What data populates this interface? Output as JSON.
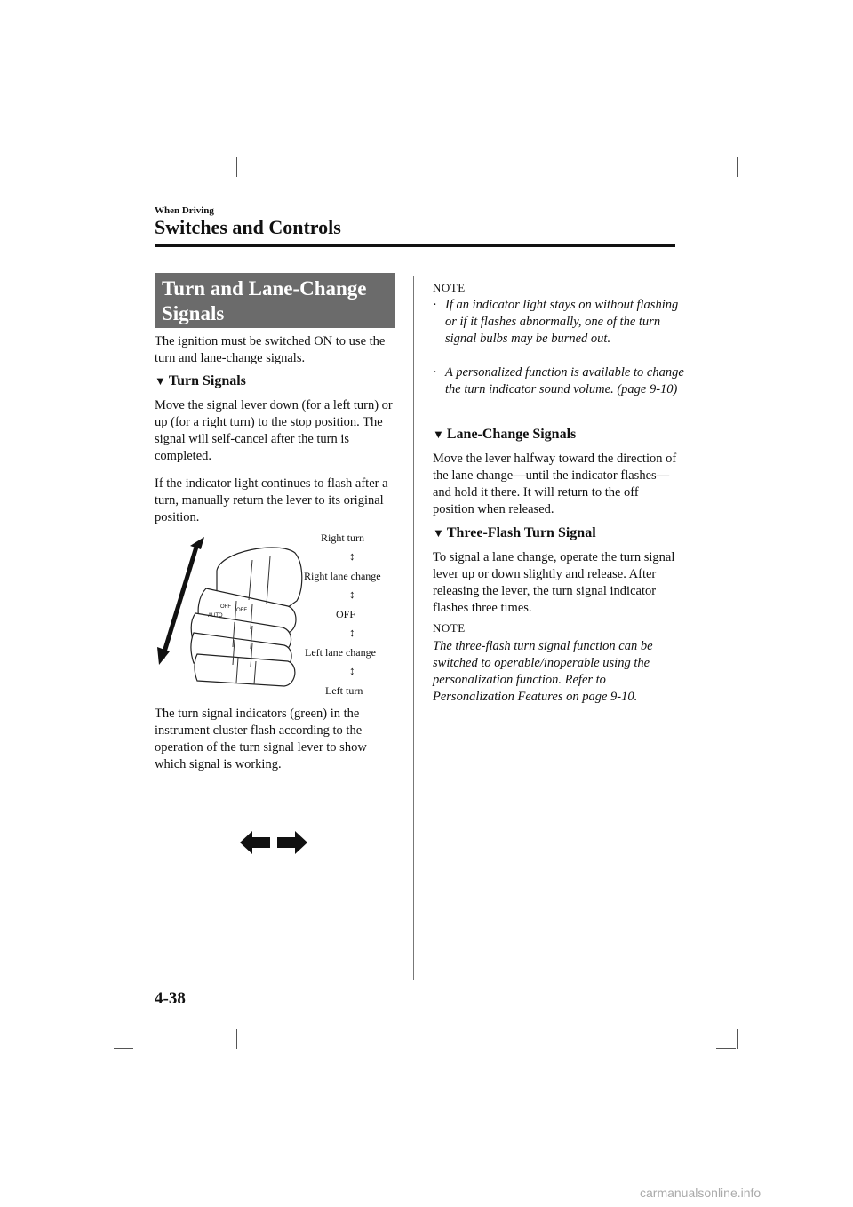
{
  "header": {
    "section_label": "When Driving",
    "title": "Switches and Controls"
  },
  "left": {
    "box_title_line1": "Turn and Lane-Change",
    "box_title_line2": "Signals",
    "intro": "The ignition must be switched ON to use the turn and lane-change signals.",
    "turn_signals": {
      "heading": "Turn Signals",
      "para1": "Move the signal lever down (for a left turn) or up (for a right turn) to the stop position. The signal will self-cancel after the turn is completed.",
      "para2": "If the indicator light continues to flash after a turn, manually return the lever to its original position."
    },
    "figure": {
      "labels": {
        "right_turn": "Right turn",
        "right_lane_change": "Right lane change",
        "off": "OFF",
        "left_lane_change": "Left lane change",
        "left_turn": "Left turn"
      },
      "switch_marks": [
        "OFF",
        "AUTO",
        "OFF"
      ]
    },
    "indicators_para": "The turn signal indicators (green) in the instrument cluster flash according to the operation of the turn signal lever to show which signal is working."
  },
  "right": {
    "note1": {
      "label": "NOTE",
      "bullet1": "If an indicator light stays on without flashing or if it flashes abnormally, one of the turn signal bulbs may be burned out.",
      "bullet2": "A personalized function is available to change the turn indicator sound volume. (page 9-10)"
    },
    "lane_change": {
      "heading": "Lane-Change Signals",
      "para": "Move the lever halfway toward the direction of the lane change—until the indicator flashes— and hold it there. It will return to the off position when released."
    },
    "three_flash": {
      "heading": "Three-Flash Turn Signal",
      "para": "To signal a lane change, operate the turn signal lever up or down slightly and release. After releasing the lever, the turn signal indicator flashes three times."
    },
    "note2": {
      "label": "NOTE",
      "text": "The three-flash turn signal function can be switched to operable/inoperable using the personalization function. Refer to Personalization Features on page 9-10."
    }
  },
  "footer": {
    "page_number": "4-38",
    "watermark": "carmanualsonline.info"
  }
}
